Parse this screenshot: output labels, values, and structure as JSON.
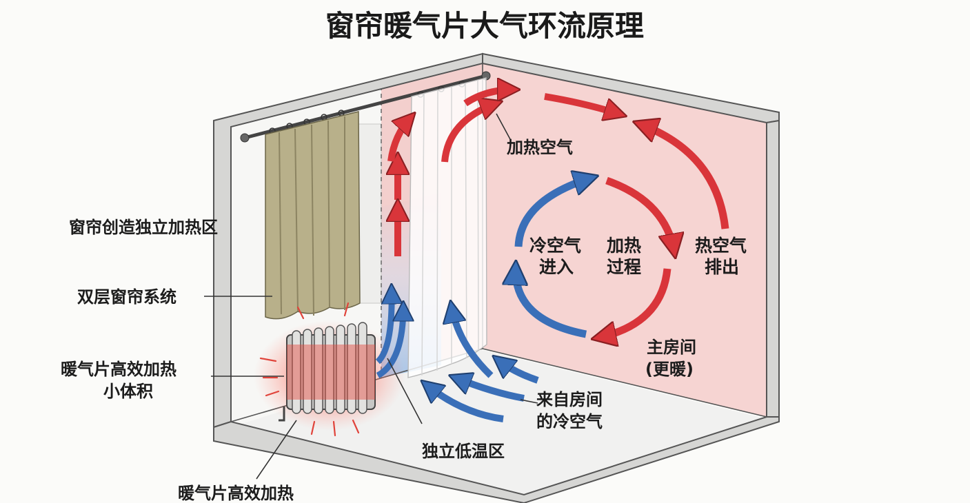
{
  "title": "窗帘暖气片大气环流原理",
  "labels": {
    "curtain_zone": "窗帘创造独立加热区",
    "double_curtain": "双层窗帘系统",
    "radiator_small_1": "暖气片高效加热",
    "radiator_small_2": "小体积",
    "radiator_bottom": "暖气片高效加热",
    "heated_air": "加热空气",
    "cold_in_1": "冷空气",
    "cold_in_2": "进入",
    "heating_1": "加热",
    "heating_2": "过程",
    "hot_out_1": "热空气",
    "hot_out_2": "排出",
    "main_room_1": "主房间",
    "main_room_2": "(更暖)",
    "from_room_1": "来自房间",
    "from_room_2": "的冷空气",
    "low_temp_zone": "独立低温区"
  },
  "colors": {
    "hot_arrow": "#d9353a",
    "cold_arrow": "#3a6fb8",
    "warm_wall": "#f6d4d2",
    "curtain_olive": "#b8b08a",
    "floor": "#f1f1f0",
    "wall_edge": "#d8d8d8"
  },
  "icons": {
    "radiator": "radiator-icon",
    "curtain_rod": "curtain-rod-icon"
  }
}
